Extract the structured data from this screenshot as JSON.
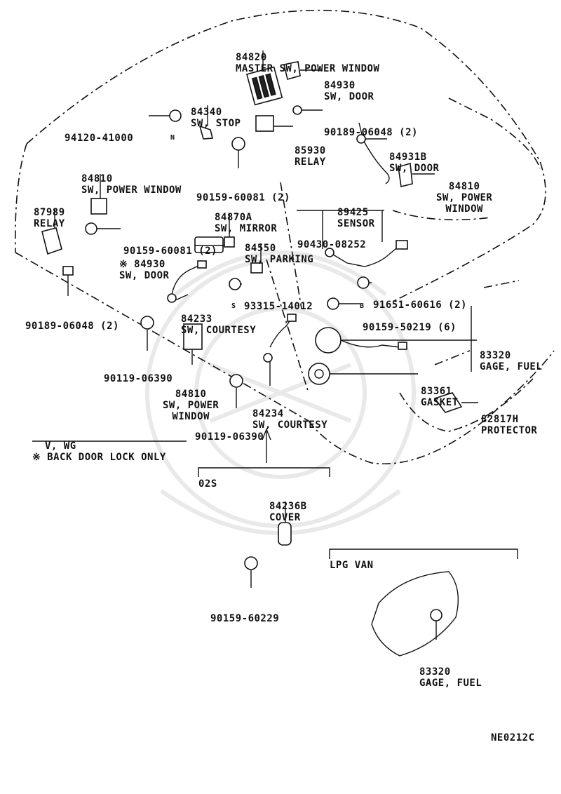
{
  "diagram_code": "NE0212C",
  "parts": {
    "master_sw": {
      "no": "84820",
      "name": "MASTER SW, POWER WINDOW"
    },
    "door_sw_top": {
      "no": "84930",
      "name": "SW, DOOR"
    },
    "stop_sw": {
      "no": "84340",
      "name": "SW, STOP"
    },
    "nut": {
      "no": "94120-41000",
      "marker": "N"
    },
    "bolt_6048_top": {
      "no": "90189-06048 (2)"
    },
    "relay_85930": {
      "no": "85930",
      "name": "RELAY"
    },
    "door_sw_b": {
      "no": "84931B",
      "name": "SW, DOOR"
    },
    "power_window_sw_right": {
      "no": "84810",
      "line1": "SW, POWER",
      "line2": "WINDOW"
    },
    "bolt_60081_mid": {
      "no": "90159-60081 (2)"
    },
    "power_window_sw_left": {
      "no": "84810",
      "name": "SW, POWER WINDOW"
    },
    "mirror_sw": {
      "no": "84870A",
      "name": "SW, MIRROR"
    },
    "sensor": {
      "no": "89425",
      "name": "SENSOR"
    },
    "relay_87989": {
      "no": "87989",
      "name": "RELAY"
    },
    "bolt_60081_left": {
      "no": "90159-60081 (2)"
    },
    "screw_08252": {
      "no": "90430-08252"
    },
    "parking_sw": {
      "no": "84550",
      "name": "SW, PARKING"
    },
    "door_sw_star": {
      "no": "※ 84930",
      "name": "SW, DOOR"
    },
    "screw_14012": {
      "no": "93315-14012",
      "marker": "S"
    },
    "bolt_60616": {
      "no": "91651-60616 (2)",
      "marker": "B"
    },
    "bolt_6048_left": {
      "no": "90189-06048 (2)"
    },
    "courtesy_sw_a": {
      "no": "84233",
      "name": "SW, COURTESY"
    },
    "bolt_50219": {
      "no": "90159-50219 (6)"
    },
    "fuel_gage": {
      "no": "83320",
      "name": "GAGE, FUEL"
    },
    "screw_06390_a": {
      "no": "90119-06390"
    },
    "gasket": {
      "no": "83361",
      "name": "GASKET"
    },
    "power_window_sw_low": {
      "no": "84810",
      "line1": "SW, POWER",
      "line2": "WINDOW"
    },
    "courtesy_sw_b": {
      "no": "84234",
      "name": "SW, COURTESY"
    },
    "protector": {
      "no": "82817H",
      "name": "PROTECTOR"
    },
    "screw_06390_b": {
      "no": "90119-06390"
    },
    "cover": {
      "no": "84236B",
      "name": "COVER"
    },
    "bolt_60229": {
      "no": "90159-60229"
    },
    "fuel_gage_lpg": {
      "no": "83320",
      "name": "GAGE, FUEL"
    }
  },
  "notes": {
    "variant": "V, WG",
    "back_door": "※ BACK DOOR LOCK ONLY",
    "group_02s": "02S",
    "group_lpg": "LPG VAN"
  }
}
